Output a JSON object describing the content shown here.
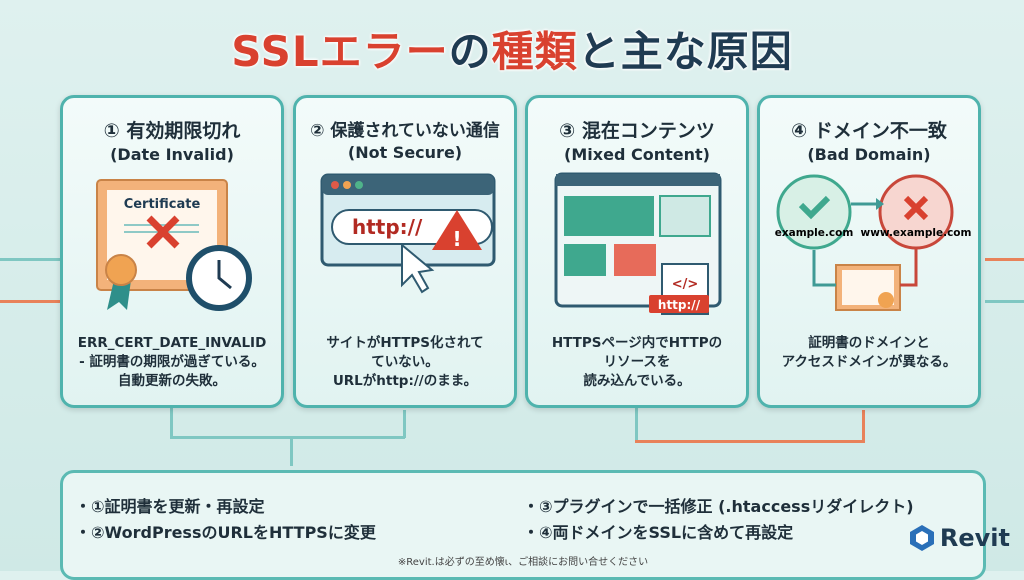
{
  "title": {
    "part1": "SSLエラー",
    "part2": "の",
    "part3": "種類",
    "part4": "と主な原因"
  },
  "cards": [
    {
      "title": "① 有効期限切れ",
      "subtitle": "(Date Invalid)",
      "illustration_label": "Certificate",
      "desc": [
        "ERR_CERT_DATE_INVALID",
        "- 証明書の期限が過ぎている。",
        "自動更新の失敗。"
      ]
    },
    {
      "title": "② 保護されていない通信",
      "subtitle": "(Not Secure)",
      "illustration_label": "http://",
      "desc": [
        "サイトがHTTPS化されて",
        "ていない。",
        "URLがhttp://のまま。"
      ]
    },
    {
      "title": "③ 混在コンテンツ",
      "subtitle": "(Mixed Content)",
      "illustration_label": "http://",
      "desc": [
        "HTTPSページ内でHTTPの",
        "リソースを",
        "読み込んでいる。"
      ]
    },
    {
      "title": "④ ドメイン不一致",
      "subtitle": "(Bad Domain)",
      "domain_ok": "example.com",
      "domain_bad": "www.example.com",
      "desc": [
        "証明書のドメインと",
        "アクセスドメインが異なる。"
      ]
    }
  ],
  "fixes": [
    "・①証明書を更新・再設定",
    "・②WordPressのURLをHTTPSに変更",
    "・③プラグインで一括修正 (.htaccessリダイレクト)",
    "・④両ドメインをSSLに含めて再設定"
  ],
  "note": "※Revit.は必ずの至め懐ι、ご相談にお問い合せください",
  "logo": "Revit",
  "colors": {
    "accent_red": "#d9412f",
    "navy": "#1f3b52",
    "teal": "#4fb3ad"
  }
}
